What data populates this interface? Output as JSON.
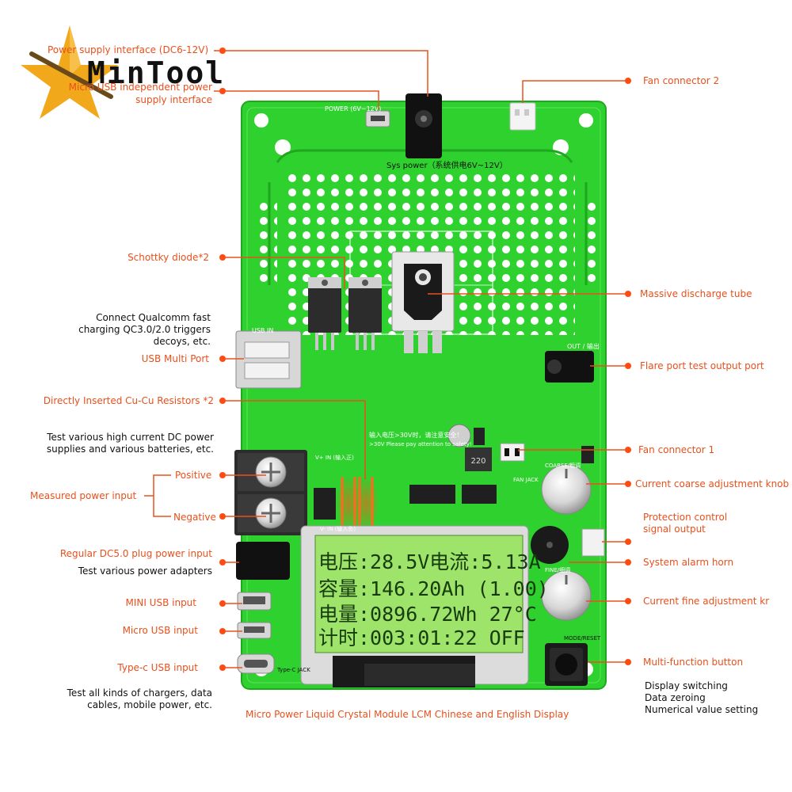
{
  "brand": {
    "logo": "MinTool"
  },
  "board": {
    "silk_power": "POWER (6V~12V)",
    "silk_sys_power": "Sys power（系统供电6V~12V）",
    "silk_usb_in": "USB IN",
    "silk_out": "OUT / 输出",
    "silk_fan_jack": "FAN JACK",
    "silk_warning": "输入电压>30V时，请注意安全！",
    "silk_warning_en": ">30V Please pay attention to safety!",
    "silk_vin_plus": "V+ IN (输入正)",
    "silk_vin_minus": "V- IN (输入负)",
    "silk_coarse": "COARSE/粗调",
    "silk_fine": "FINE/细调",
    "silk_mode": "MODE/RESET",
    "silk_typec": "Type-C JACK",
    "inductor": "220"
  },
  "lcd": {
    "line1": "电压:28.5V电流:5.13A",
    "line2": "容量:146.20Ah  (1.00)",
    "line3": "电量:0896.72Wh   27°C",
    "line4": "计时:003:01:22  OFF"
  },
  "callouts": {
    "power_supply": "Power supply interface (DC6-12V)",
    "micro_usb_power_1": "Micro USB independent power",
    "micro_usb_power_2": "supply interface",
    "fan2": "Fan connector 2",
    "schottky": "Schottky diode*2",
    "discharge_tube": "Massive discharge tube",
    "qc_note_1": "Connect Qualcomm fast",
    "qc_note_2": "charging QC3.0/2.0 triggers",
    "qc_note_3": "decoys, etc.",
    "usb_multi": "USB Multi Port",
    "flare_port": "Flare port test output port",
    "resistors": "Directly Inserted Cu-Cu Resistors *2",
    "dc_note_1": "Test various high current DC power",
    "dc_note_2": "supplies and various batteries, etc.",
    "fan1": "Fan connector 1",
    "positive": "Positive",
    "measured_input": "Measured power input",
    "negative": "Negative",
    "coarse_knob": "Current coarse adjustment knob",
    "protection_1": "Protection control",
    "protection_2": "signal output",
    "dc5_input": "Regular DC5.0 plug power input",
    "dc5_note": "Test various power adapters",
    "alarm_horn": "System alarm horn",
    "mini_usb": "MINI USB input",
    "fine_knob": "Current fine adjustment kr",
    "micro_usb_input": "Micro USB input",
    "typec_input": "Type-c USB input",
    "multi_button": "Multi-function button",
    "charger_note_1": "Test all kinds of chargers, data",
    "charger_note_2": "cables, mobile power, etc.",
    "lcd_caption": "Micro Power Liquid Crystal Module LCM Chinese and English Display",
    "button_note_1": "Display switching",
    "button_note_2": "Data zeroing",
    "button_note_3": "Numerical value setting"
  },
  "colors": {
    "pcb": "#2fd12f",
    "accent": "#e8501c",
    "lcd": "#9ee36a",
    "text": "#111111"
  }
}
